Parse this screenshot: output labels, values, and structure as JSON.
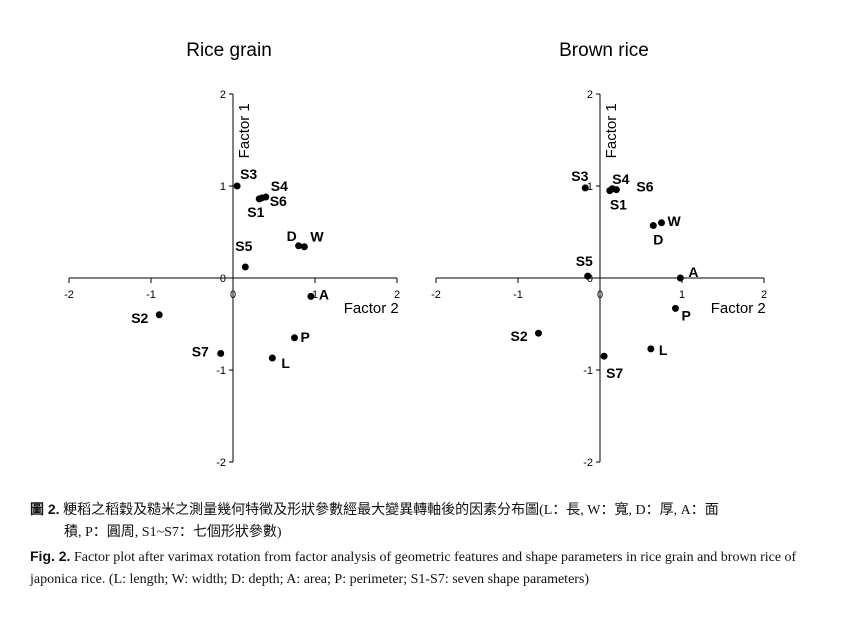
{
  "chart_data": [
    {
      "type": "scatter",
      "title": "Rice grain",
      "xlabel": "Factor 2",
      "ylabel": "Factor 1",
      "xlim": [
        -2,
        2
      ],
      "ylim": [
        -2,
        2
      ],
      "xticks": [
        "-2",
        "-1",
        "0",
        "1",
        "2"
      ],
      "yticks": [
        "2",
        "1",
        "0",
        "-1",
        "-2"
      ],
      "points": [
        {
          "label": "S3",
          "x": 0.05,
          "y": 1.0
        },
        {
          "label": "S4",
          "x": 0.4,
          "y": 0.88
        },
        {
          "label": "S6",
          "x": 0.35,
          "y": 0.87
        },
        {
          "label": "S1",
          "x": 0.32,
          "y": 0.86
        },
        {
          "label": "D",
          "x": 0.8,
          "y": 0.35
        },
        {
          "label": "W",
          "x": 0.87,
          "y": 0.34
        },
        {
          "label": "S5",
          "x": 0.15,
          "y": 0.12
        },
        {
          "label": "A",
          "x": 0.95,
          "y": -0.2
        },
        {
          "label": "S2",
          "x": -0.9,
          "y": -0.4
        },
        {
          "label": "P",
          "x": 0.75,
          "y": -0.65
        },
        {
          "label": "S7",
          "x": -0.15,
          "y": -0.82
        },
        {
          "label": "L",
          "x": 0.48,
          "y": -0.87
        }
      ]
    },
    {
      "type": "scatter",
      "title": "Brown rice",
      "xlabel": "Factor 2",
      "ylabel": "Factor 1",
      "xlim": [
        -2,
        2
      ],
      "ylim": [
        -2,
        2
      ],
      "xticks": [
        "-2",
        "-1",
        "0",
        "1",
        "2"
      ],
      "yticks": [
        "2",
        "1",
        "0",
        "-1",
        "-2"
      ],
      "points": [
        {
          "label": "S3",
          "x": -0.18,
          "y": 0.98
        },
        {
          "label": "S4",
          "x": 0.15,
          "y": 0.97
        },
        {
          "label": "S6",
          "x": 0.2,
          "y": 0.96
        },
        {
          "label": "S1",
          "x": 0.12,
          "y": 0.95
        },
        {
          "label": "W",
          "x": 0.75,
          "y": 0.6
        },
        {
          "label": "D",
          "x": 0.65,
          "y": 0.57
        },
        {
          "label": "S5",
          "x": -0.15,
          "y": 0.02
        },
        {
          "label": "A",
          "x": 0.98,
          "y": 0.0
        },
        {
          "label": "P",
          "x": 0.92,
          "y": -0.33
        },
        {
          "label": "S2",
          "x": -0.75,
          "y": -0.6
        },
        {
          "label": "L",
          "x": 0.62,
          "y": -0.77
        },
        {
          "label": "S7",
          "x": 0.05,
          "y": -0.85
        }
      ]
    }
  ],
  "caption_zh": {
    "label": "圖 2.",
    "line1": "粳稻之稻穀及糙米之測量幾何特徵及形狀參數經最大變異轉軸後的因素分布圖(L：長, W：寬, D：厚, A：面",
    "line2": "積, P：圓周, S1~S7：七個形狀參數)"
  },
  "caption_en": {
    "label": "Fig. 2.",
    "text": "Factor plot after varimax rotation from factor analysis of geometric features and shape parameters in rice grain and brown rice of japonica rice. (L: length; W: width; D: depth; A: area; P: perimeter; S1-S7: seven shape parameters)"
  }
}
